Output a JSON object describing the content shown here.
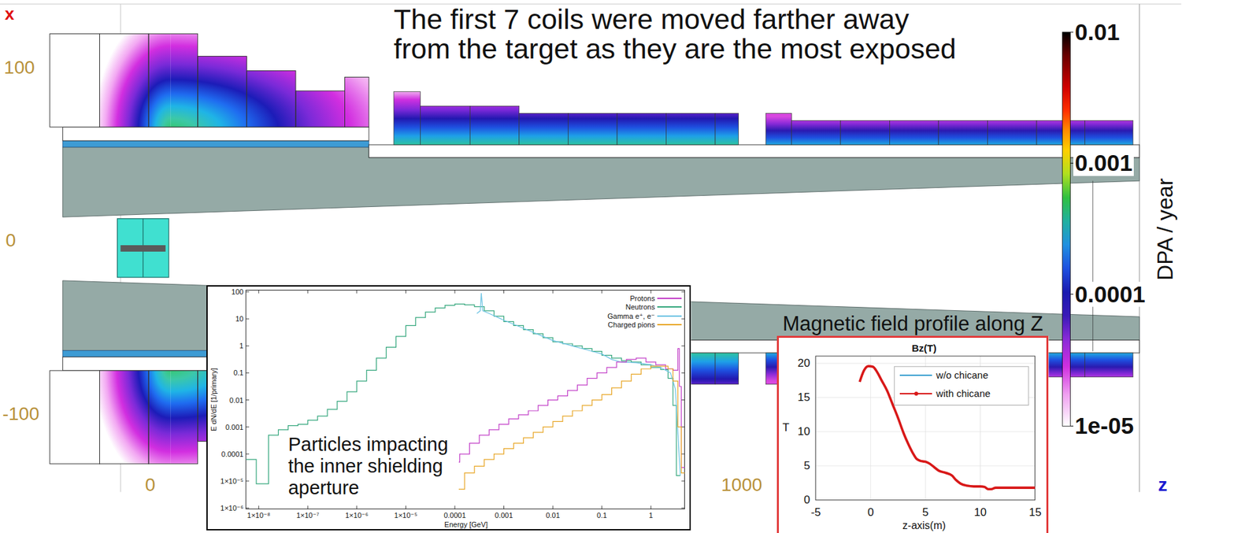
{
  "diagram": {
    "nodes": [
      {
        "text": [
          "Particles impacting the inner shielding aperture"
        ]
      },
      {
        "text": [
          "Magnetic field profile along Z"
        ]
      }
    ],
    "labels": [
      "x",
      "100",
      "0",
      "-100",
      "0",
      "1000",
      "z",
      "The first 7 coils were moved farther away from the target as they are the most exposed",
      "0.01",
      "0.001",
      "0.0001",
      "1e-05",
      "DPA / year",
      "100",
      "10",
      "1",
      "0.1",
      "0.01",
      "0.001",
      "0.0001",
      "1×10⁻⁵",
      "1×10⁻⁶",
      "1×10⁻⁸",
      "1×10⁻⁷",
      "1×10⁻⁶",
      "1×10⁻⁵",
      "0.0001",
      "0.001",
      "0.01",
      "0.1",
      "1",
      "Energy [GeV]",
      "E dN/dE [1/primary]",
      "Bz(T)",
      "20",
      "15",
      "10",
      "5",
      "0",
      "-5",
      "0",
      "5",
      "10",
      "15",
      "T",
      "z-axis(m)"
    ],
    "legend": [
      {
        "text": "Protons"
      },
      {
        "text": "Neutrons"
      },
      {
        "text": "Gamma e⁺, e⁻"
      },
      {
        "text": "Charged pions"
      },
      {
        "text": "w/o chicane"
      },
      {
        "text": "with chicane"
      }
    ]
  }
}
